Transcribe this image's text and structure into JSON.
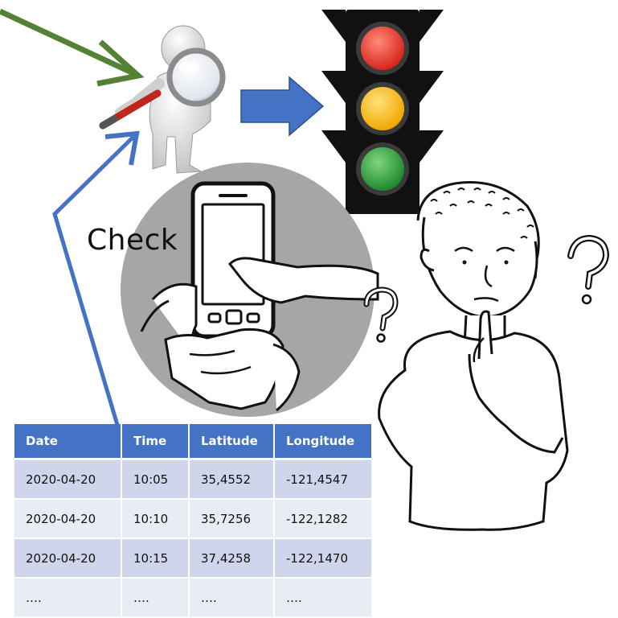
{
  "check_label": "Check",
  "table": {
    "headers": [
      "Date",
      "Time",
      "Latitude",
      "Longitude"
    ],
    "rows": [
      [
        "2020-04-20",
        "10:05",
        "35,4552",
        "-121,4547"
      ],
      [
        "2020-04-20",
        "10:10",
        "35,7256",
        "-122,1282"
      ],
      [
        "2020-04-20",
        "10:15",
        "37,4258",
        "-122,1470"
      ],
      [
        "….",
        "….",
        "….",
        "…."
      ]
    ]
  },
  "colors": {
    "arrow_green": "#548235",
    "arrow_blue": "#4472c4",
    "table_header": "#4472c4",
    "light_red": "#e8392b",
    "light_yellow": "#f5b800",
    "light_green": "#2ea043",
    "phone_circle": "#a6a6a6"
  },
  "icons": [
    "magnifier-figure-icon",
    "traffic-light-icon",
    "phone-in-hand-icon",
    "thinking-person-icon",
    "question-mark-icon"
  ]
}
